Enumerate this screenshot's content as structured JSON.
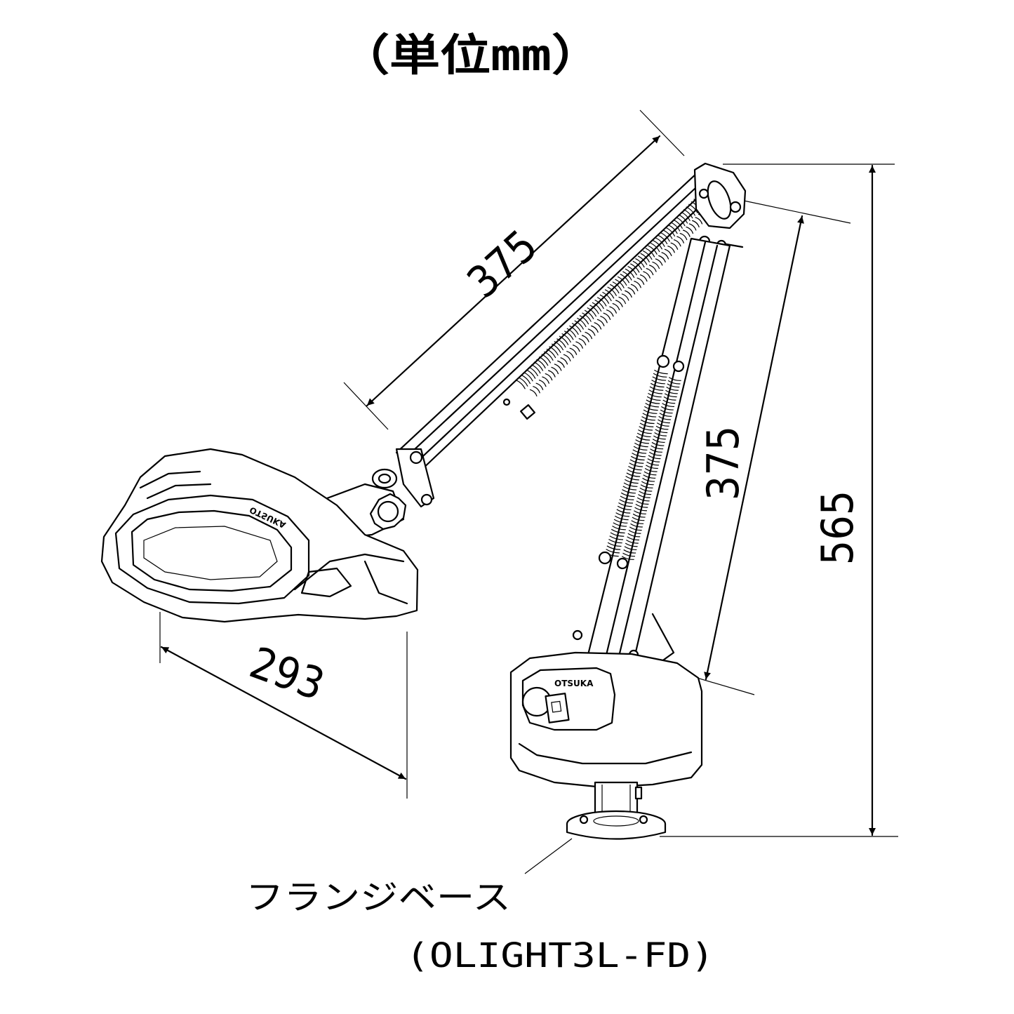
{
  "title": "（単位mm）",
  "dimensions": {
    "upper_arm": "375",
    "lower_arm": "375",
    "head_width": "293",
    "total_height": "565"
  },
  "label": {
    "line1": "フランジベース",
    "line2": "(OLIGHT3L-FD)"
  },
  "product_marks": {
    "brand": "OTSUKA"
  }
}
